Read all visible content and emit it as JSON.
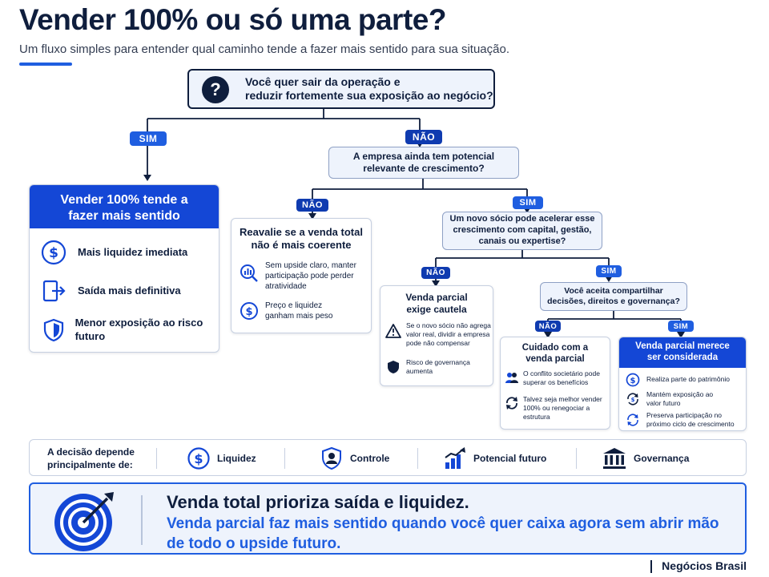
{
  "header": {
    "title": "Vender 100% ou só uma parte?",
    "subtitle": "Um fluxo simples para entender qual caminho tende a fazer mais sentido para sua situação."
  },
  "q1": {
    "line1": "Você quer sair da operação e",
    "line2": "reduzir fortemente sua exposição ao negócio?"
  },
  "q2": {
    "line1": "A empresa ainda tem potencial",
    "line2": "relevante de crescimento?"
  },
  "q3": {
    "line1": "Um novo sócio pode acelerar esse",
    "line2": "crescimento com capital, gestão,",
    "line3": "canais ou expertise?"
  },
  "q4": {
    "line1": "Você aceita compartilhar",
    "line2": "decisões, direitos e governança?"
  },
  "labels": {
    "sim": "SIM",
    "nao": "NÃO"
  },
  "card_full": {
    "title1": "Vender 100% tende a",
    "title2": "fazer mais sentido",
    "items": [
      "Mais liquidez imediata",
      "Saída mais definitiva",
      "Menor exposição ao risco futuro"
    ]
  },
  "card_reevaluate": {
    "title1": "Reavalie se a venda total",
    "title2": "não é mais coerente",
    "items": [
      {
        "l1": "Sem upside claro, manter",
        "l2": "participação pode perder",
        "l3": "atratividade"
      },
      {
        "l1": "Preço e liquidez",
        "l2": "ganham mais peso",
        "l3": ""
      }
    ]
  },
  "card_caution": {
    "title1": "Venda parcial",
    "title2": "exige cautela",
    "items": [
      {
        "l1": "Se o novo sócio não agrega",
        "l2": "valor real, dividir a empresa",
        "l3": "pode não compensar"
      },
      {
        "l1": "Risco de governança",
        "l2": "aumenta",
        "l3": ""
      }
    ]
  },
  "card_care": {
    "title1": "Cuidado com a",
    "title2": "venda parcial",
    "items": [
      {
        "l1": "O conflito societário pode",
        "l2": "superar os benefícios",
        "l3": ""
      },
      {
        "l1": "Talvez seja melhor vender",
        "l2": "100% ou renegociar a",
        "l3": "estrutura"
      }
    ]
  },
  "card_partial": {
    "title1": "Venda parcial merece",
    "title2": "ser considerada",
    "items": [
      {
        "l1": "Realiza parte do patrimônio",
        "l2": ""
      },
      {
        "l1": "Mantém exposição ao",
        "l2": "valor futuro"
      },
      {
        "l1": "Preserva participação no",
        "l2": "próximo ciclo de crescimento"
      }
    ]
  },
  "strip": {
    "label1": "A decisão depende",
    "label2": "principalmente de:",
    "items": [
      "Liquidez",
      "Controle",
      "Potencial futuro",
      "Governança"
    ]
  },
  "bottom": {
    "line1": "Venda total prioriza saída e liquidez.",
    "line2": "Venda parcial faz mais sentido quando você quer caixa agora sem abrir mão de todo o upside futuro."
  },
  "brand": "Negócios Brasil",
  "colors": {
    "navy": "#0f1e3d",
    "blue": "#1f5ee0",
    "blue_dark": "#1447d6",
    "light_bg": "#eef3fc"
  }
}
